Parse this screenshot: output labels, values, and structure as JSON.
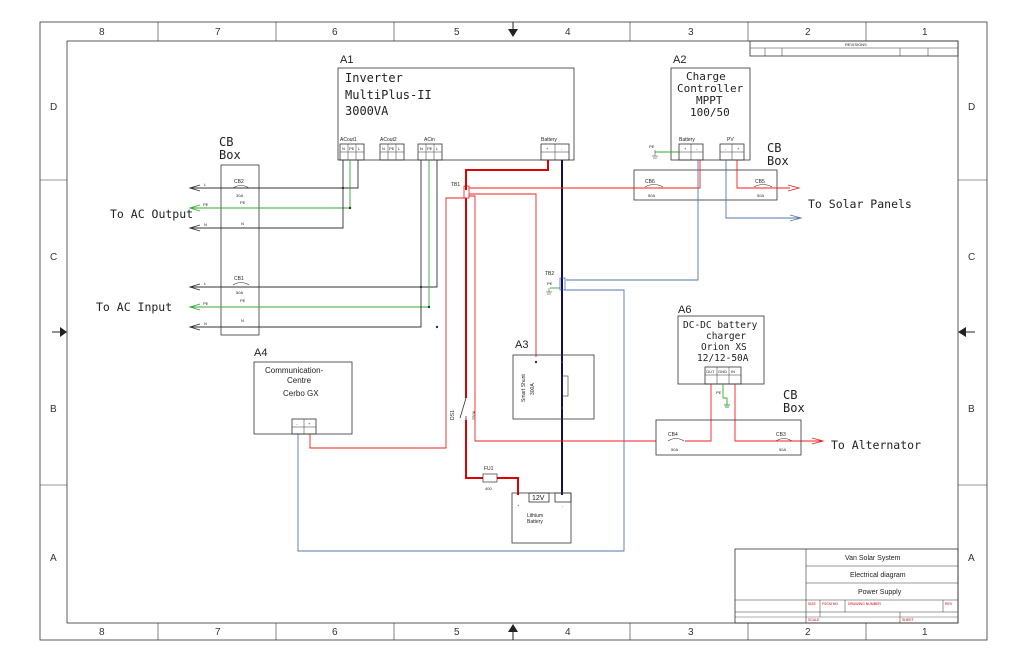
{
  "grid": {
    "columns": [
      "8",
      "7",
      "6",
      "5",
      "4",
      "3",
      "2",
      "1"
    ],
    "rows": [
      "D",
      "C",
      "B",
      "A"
    ]
  },
  "title_block": {
    "revisions_header": "REVISIONS",
    "project": "Van Solar System",
    "diagram_type": "Electrical diagram",
    "subsystem": "Power Supply",
    "size_label": "SIZE",
    "size_value": "FSCM NO",
    "drawing_number_label": "DRAWING NUMBER",
    "rev_label": "REV",
    "scale_label": "SCALE",
    "sheet_label": "SHEET"
  },
  "components": {
    "a1": {
      "ref": "A1",
      "line1": "Inverter",
      "line2": "MultiPlus-II",
      "line3": "3000VA",
      "ports": {
        "acout1": "ACout1",
        "acout2": "ACout2",
        "acin": "ACin",
        "battery": "Battery"
      },
      "pins": {
        "n": "N",
        "pe": "PE",
        "l": "L",
        "plus": "+",
        "minus": "-"
      }
    },
    "a2": {
      "ref": "A2",
      "line1": "Charge",
      "line2": "Controller",
      "line3": "MPPT",
      "line4": "100/50",
      "ports": {
        "battery": "Battery",
        "pv": "PV"
      }
    },
    "a3": {
      "ref": "A3",
      "line1": "Smart Shunt",
      "line2": "300A"
    },
    "a4": {
      "ref": "A4",
      "line1": "Communication-",
      "line2": "Centre",
      "line3": "Cerbo GX"
    },
    "a6": {
      "ref": "A6",
      "line1": "DC-DC battery",
      "line2": "charger",
      "line3": "Orion XS",
      "line4": "12/12-50A",
      "ports": {
        "out": "OUT",
        "gnd": "GND",
        "in": "IN"
      }
    },
    "battery": {
      "line1": "Lithium",
      "line2": "Battery",
      "voltage": "12V"
    },
    "ds1": {
      "ref": "DS1",
      "rating": "250A"
    },
    "fu1": {
      "ref": "FU1",
      "rating": "400"
    },
    "tb1": "TB1",
    "tb2": "TB2",
    "pe": "PE"
  },
  "breakers": {
    "cb1": {
      "ref": "CB1",
      "rating": "50A"
    },
    "cb2": {
      "ref": "CB2",
      "rating": "30A"
    },
    "cb3": {
      "ref": "CB3",
      "rating": "50A"
    },
    "cb4": {
      "ref": "CB4",
      "rating": "50A"
    },
    "cb5": {
      "ref": "CB5",
      "rating": "50A"
    },
    "cb6": {
      "ref": "CB6",
      "rating": "50A"
    }
  },
  "cb_box": {
    "line1": "CB",
    "line2": "Box"
  },
  "wire_labels": {
    "l": "L",
    "pe": "PE",
    "n": "N"
  },
  "destinations": {
    "ac_output": "To AC Output",
    "ac_input": "To AC Input",
    "solar": "To Solar Panels",
    "alternator": "To Alternator"
  },
  "colors": {
    "positive": "#e22",
    "negative": "#35c",
    "earth": "#3a3",
    "neutral_live": "#333"
  }
}
